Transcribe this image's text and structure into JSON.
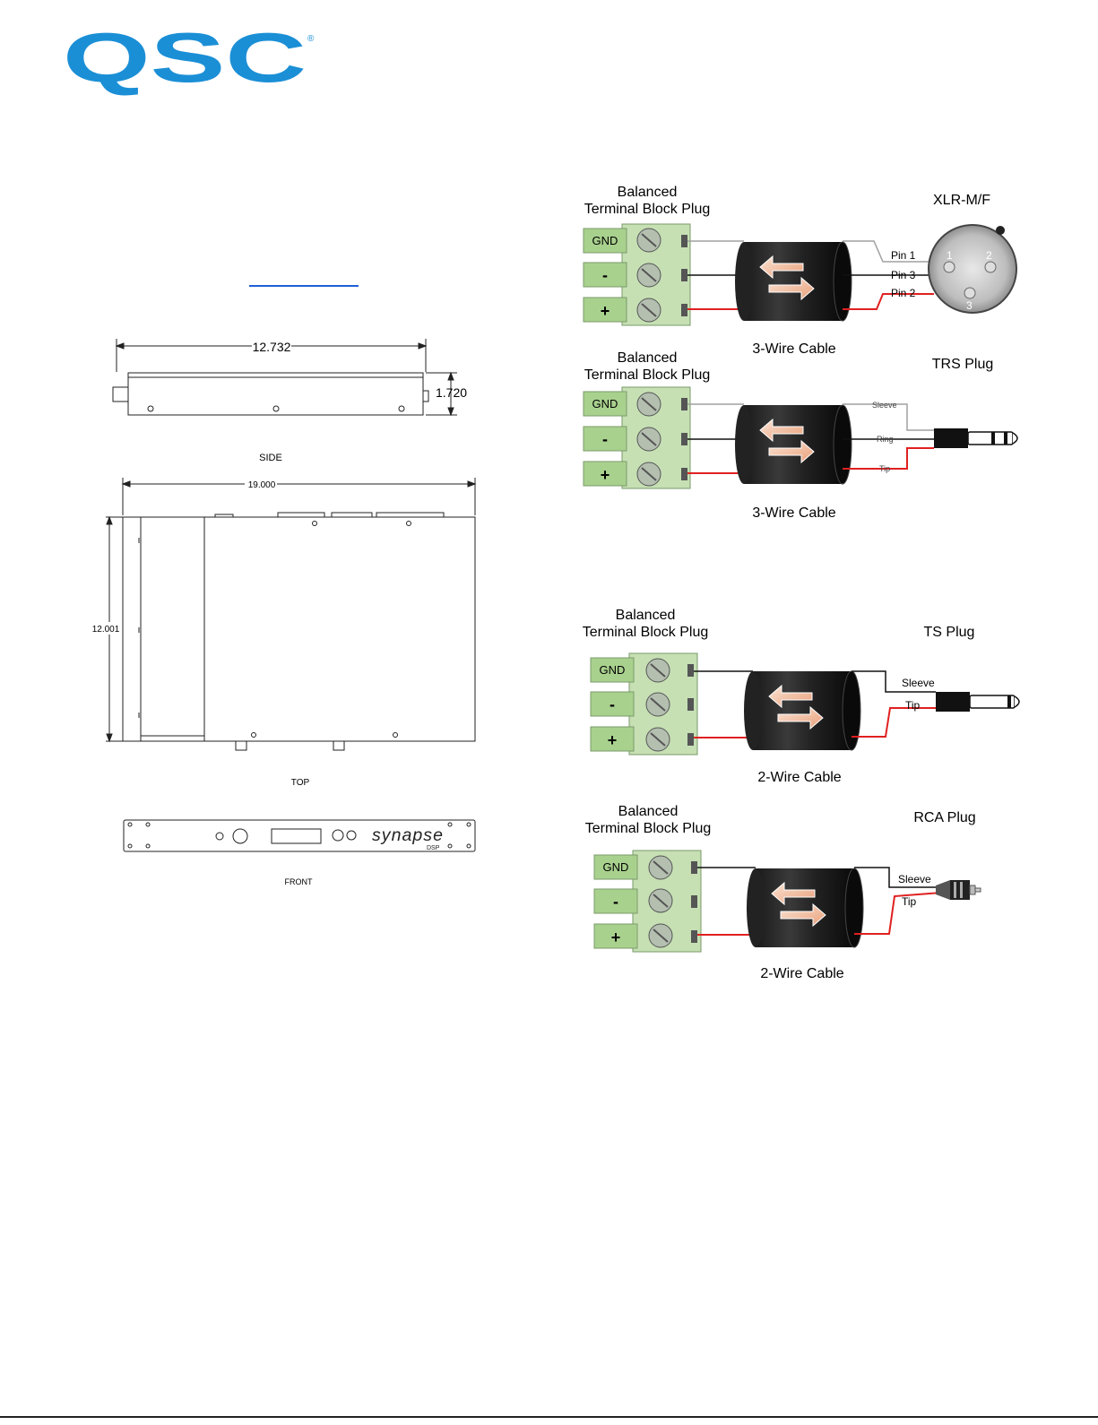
{
  "brand": {
    "logo_text": "QSC",
    "registered_mark": "®",
    "color": "#1b8fd6"
  },
  "drawings": {
    "side": {
      "label": "SIDE",
      "width_dim": "12.732",
      "height_dim": "1.720"
    },
    "top": {
      "label": "TOP",
      "width_dim": "19.000",
      "depth_dim": "12.001"
    },
    "front": {
      "label": "FRONT",
      "product_text": "synapse",
      "badge_text": "DSP"
    }
  },
  "wiring": [
    {
      "id": "xlr",
      "source_line1": "Balanced",
      "source_line2": "Terminal Block Plug",
      "terminals": [
        "GND",
        "-",
        "+"
      ],
      "cable_label": "3-Wire Cable",
      "connector_label": "XLR-M/F",
      "wire_labels": [
        "Pin 1",
        "Pin 3",
        "Pin 2"
      ],
      "pin_numbers": [
        "1",
        "2",
        "3"
      ]
    },
    {
      "id": "trs",
      "source_line1": "Balanced",
      "source_line2": "Terminal Block Plug",
      "terminals": [
        "GND",
        "-",
        "+"
      ],
      "cable_label": "3-Wire Cable",
      "connector_label": "TRS Plug",
      "wire_labels": [
        "Sleeve",
        "Ring",
        "Tip"
      ]
    },
    {
      "id": "ts",
      "source_line1": "Balanced",
      "source_line2": "Terminal Block Plug",
      "terminals": [
        "GND",
        "-",
        "+"
      ],
      "cable_label": "2-Wire Cable",
      "connector_label": "TS Plug",
      "wire_labels": [
        "Sleeve",
        "Tip"
      ]
    },
    {
      "id": "rca",
      "source_line1": "Balanced",
      "source_line2": "Terminal Block Plug",
      "terminals": [
        "GND",
        "-",
        "+"
      ],
      "cable_label": "2-Wire Cable",
      "connector_label": "RCA Plug",
      "wire_labels": [
        "Sleeve",
        "Tip"
      ]
    }
  ],
  "colors": {
    "terminal_label_fill": "#a9d18e",
    "terminal_block_fill": "#c6e0b4",
    "wire_red": "#e02020",
    "wire_gray": "#a0a0a0",
    "wire_black": "#111111"
  }
}
